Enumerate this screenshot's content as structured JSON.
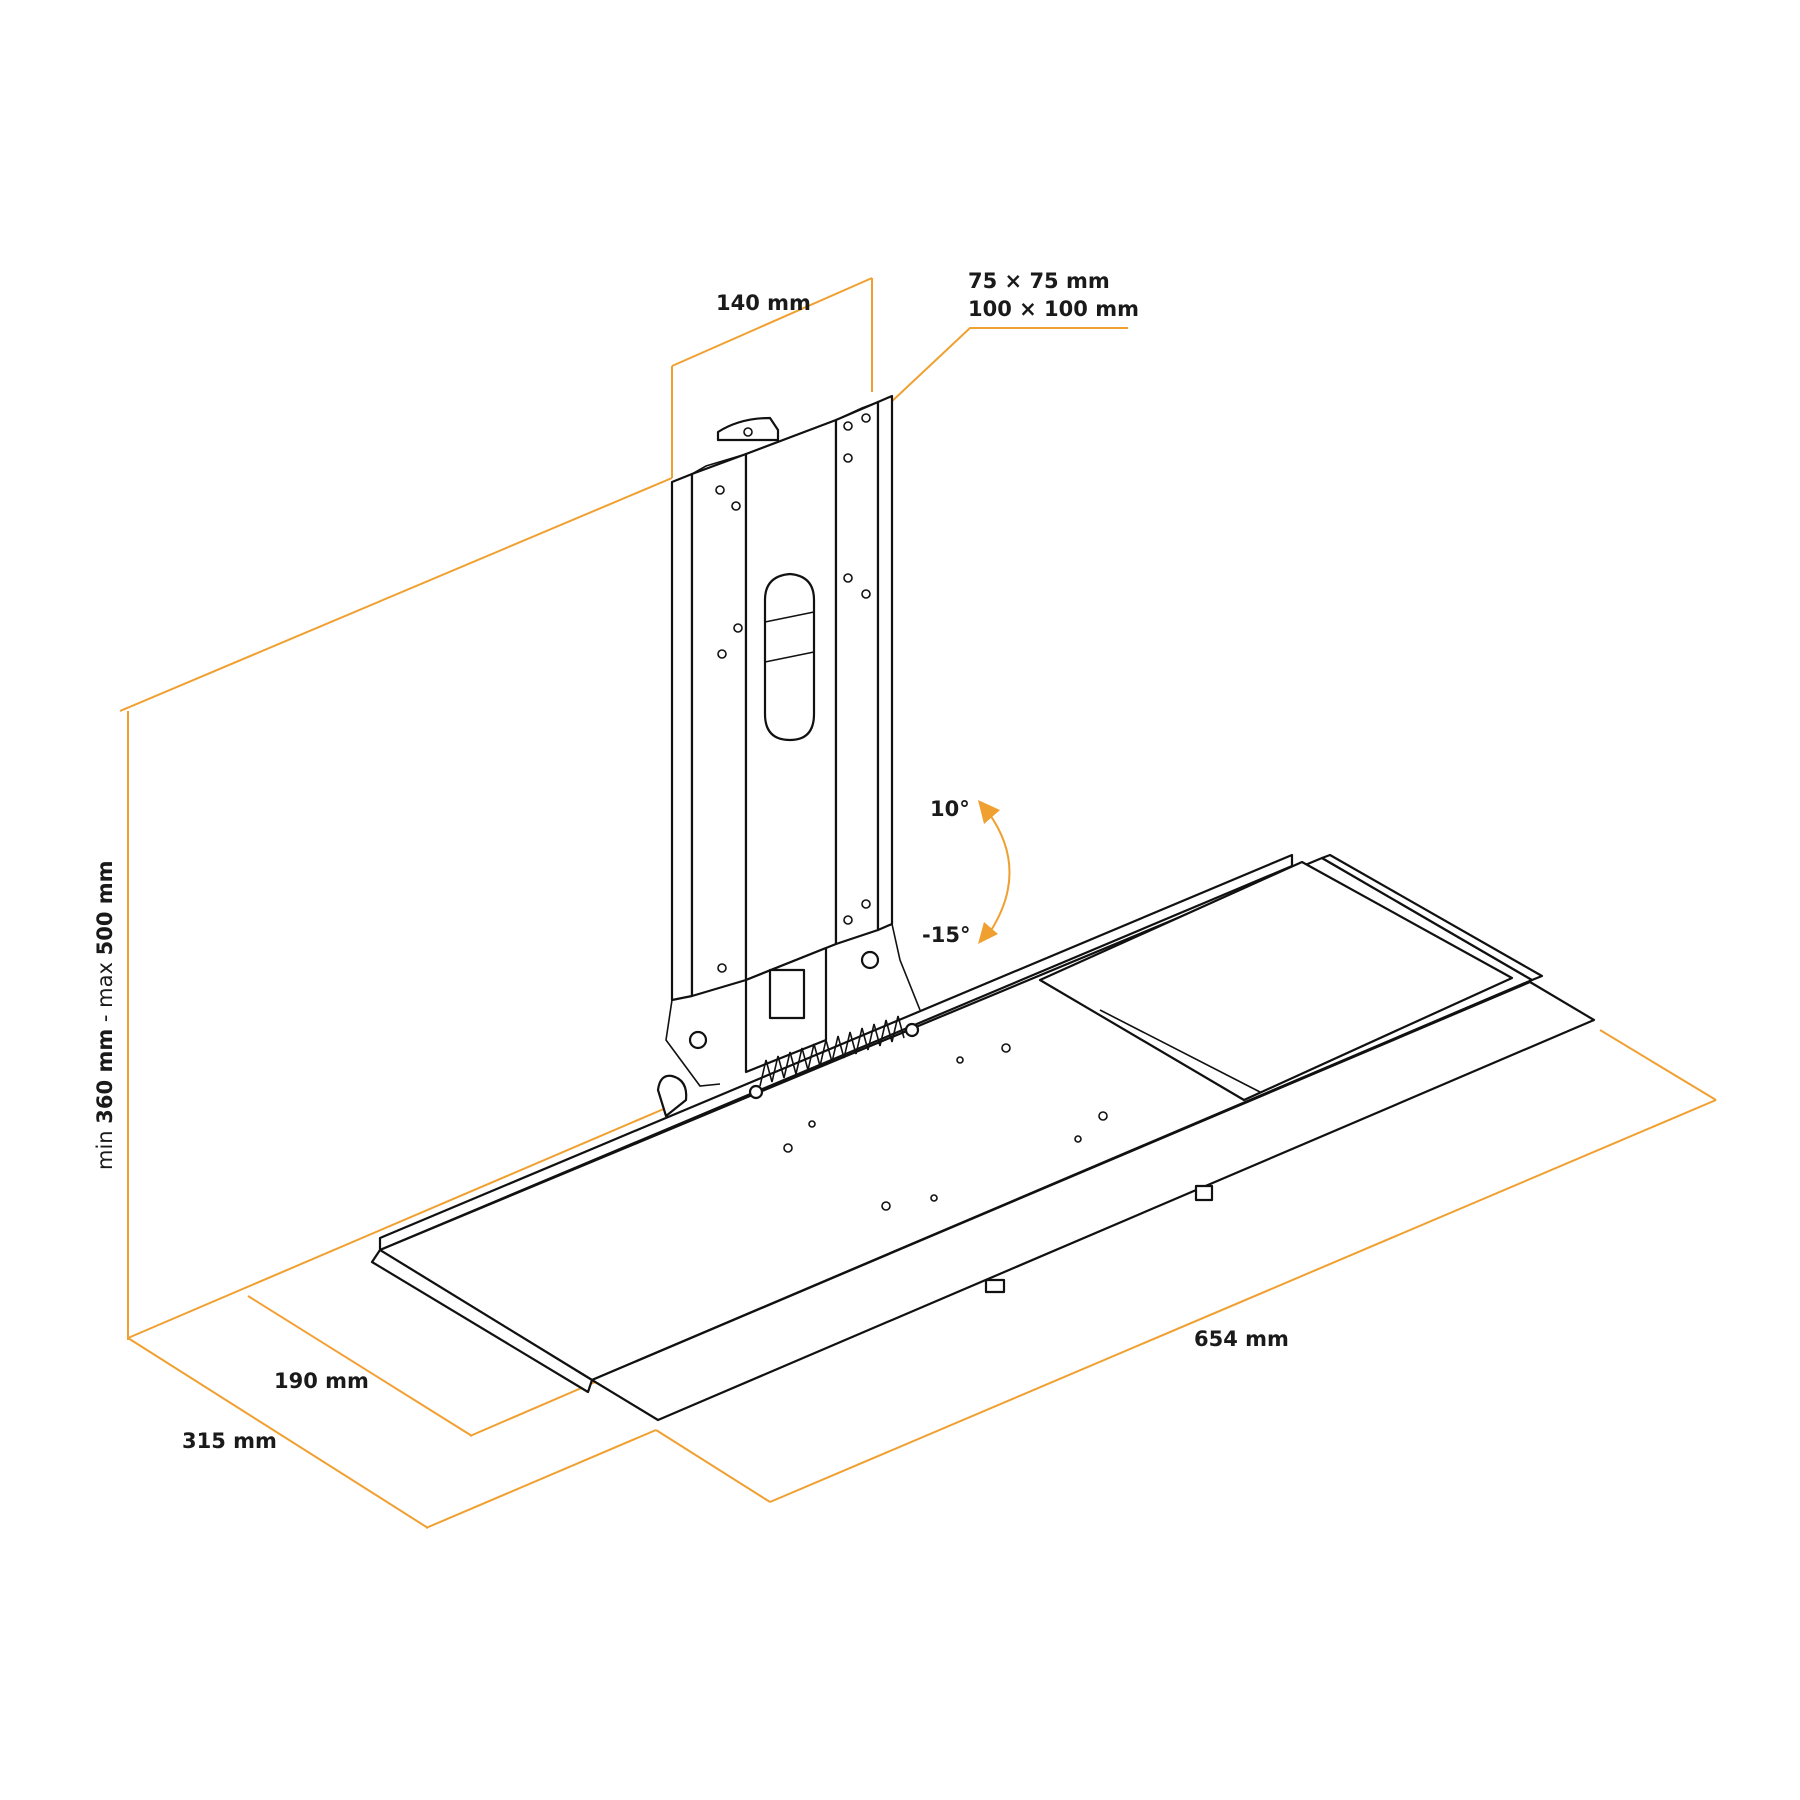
{
  "labels": {
    "width_140": "140 mm",
    "vesa_1": "75 × 75 mm",
    "vesa_2": "100 × 100 mm",
    "tilt_up": "10°",
    "tilt_down": "-15°",
    "height_min_word": "min",
    "height_min_value": "360 mm",
    "height_sep": " - ",
    "height_max_word": "max",
    "height_max_value": "500 mm",
    "depth_190": "190 mm",
    "depth_315": "315 mm",
    "length_654": "654 mm"
  },
  "colors": {
    "dimension": "#f0a030",
    "ink": "#111111",
    "background": "#ffffff"
  }
}
